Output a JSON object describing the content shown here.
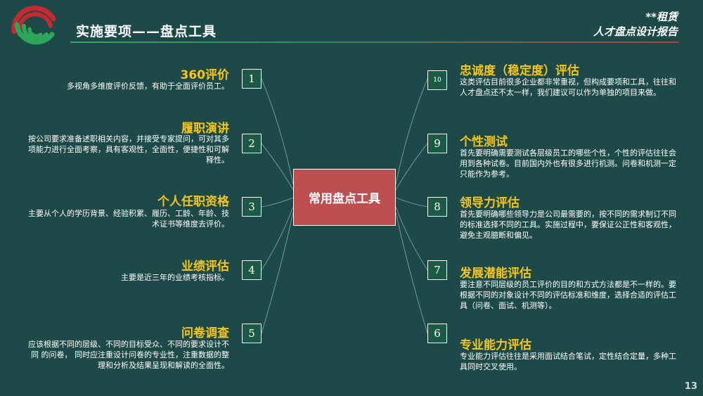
{
  "header": {
    "title": "实施要项——盘点工具",
    "brand_line1": "**租赁",
    "brand_line2": "人才盘点设计报告"
  },
  "center": {
    "label": "常用盘点工具"
  },
  "left_items": [
    {
      "num": "1",
      "title": "360评价",
      "desc": "多视角多维度评价反馈，有助于全面评价员工。"
    },
    {
      "num": "2",
      "title": "履职演讲",
      "desc": "按公司要求准备述职相关内容，并接受专家提问，可对其多项能力进行全面考察，具有客观性，全面性，便捷性和可解释性。"
    },
    {
      "num": "3",
      "title": "个人任职资格",
      "desc": "主要从个人的学历背景、经验积累、履历、工龄、年龄、技术证书等维度去评价。"
    },
    {
      "num": "4",
      "title": "业绩评估",
      "desc": "主要是近三年的业绩考核指标。"
    },
    {
      "num": "5",
      "title": "问卷调查",
      "desc": "应该根据不同的层级、不同的目标受众、不同的要求设计不同 的问卷， 同时应注重设计问卷的专业性，注重数据的整理和分析及结果呈现和解读的全面性。"
    }
  ],
  "right_items": [
    {
      "num": "10",
      "title": "忠诚度（稳定度）评估",
      "desc": "这类评估目前很多企业都非常重视，但构成要项和工具，往往和人才盘点还不太一样，我们建议可以作为单独的项目来做。"
    },
    {
      "num": "9",
      "title": "个性测试",
      "desc": "首先要明确需要测试各层级员工的哪些个性，个性的评估往往会用到各种试卷。目前国内外也有很多进行机测。问卷和机测一定只能作为参考。"
    },
    {
      "num": "8",
      "title": "领导力评估",
      "desc": "首先要明确哪些领导力是公司最需要的，按不同的需求制订不同的标准选择不同的工具。实施过程中，要保证公正性和客观性，避免主观臆断和偏见。"
    },
    {
      "num": "7",
      "title": "发展潜能评估",
      "desc": "要注意不同层级的员工评价的目的和方式方法都是不一样的。要根据不同的对象设计不同的评估标准和维度，选择合适的评估工具（问卷、面试、机测等）。"
    },
    {
      "num": "6",
      "title": "专业能力评估",
      "desc": "专业能力评估往往是采用面试结合笔试，定性结合定量，多种工具同时交叉使用。"
    }
  ],
  "page_number": "13",
  "colors": {
    "background": "#1d4a48",
    "accent_title": "#f5c518",
    "center_fill": "#be4f50"
  }
}
